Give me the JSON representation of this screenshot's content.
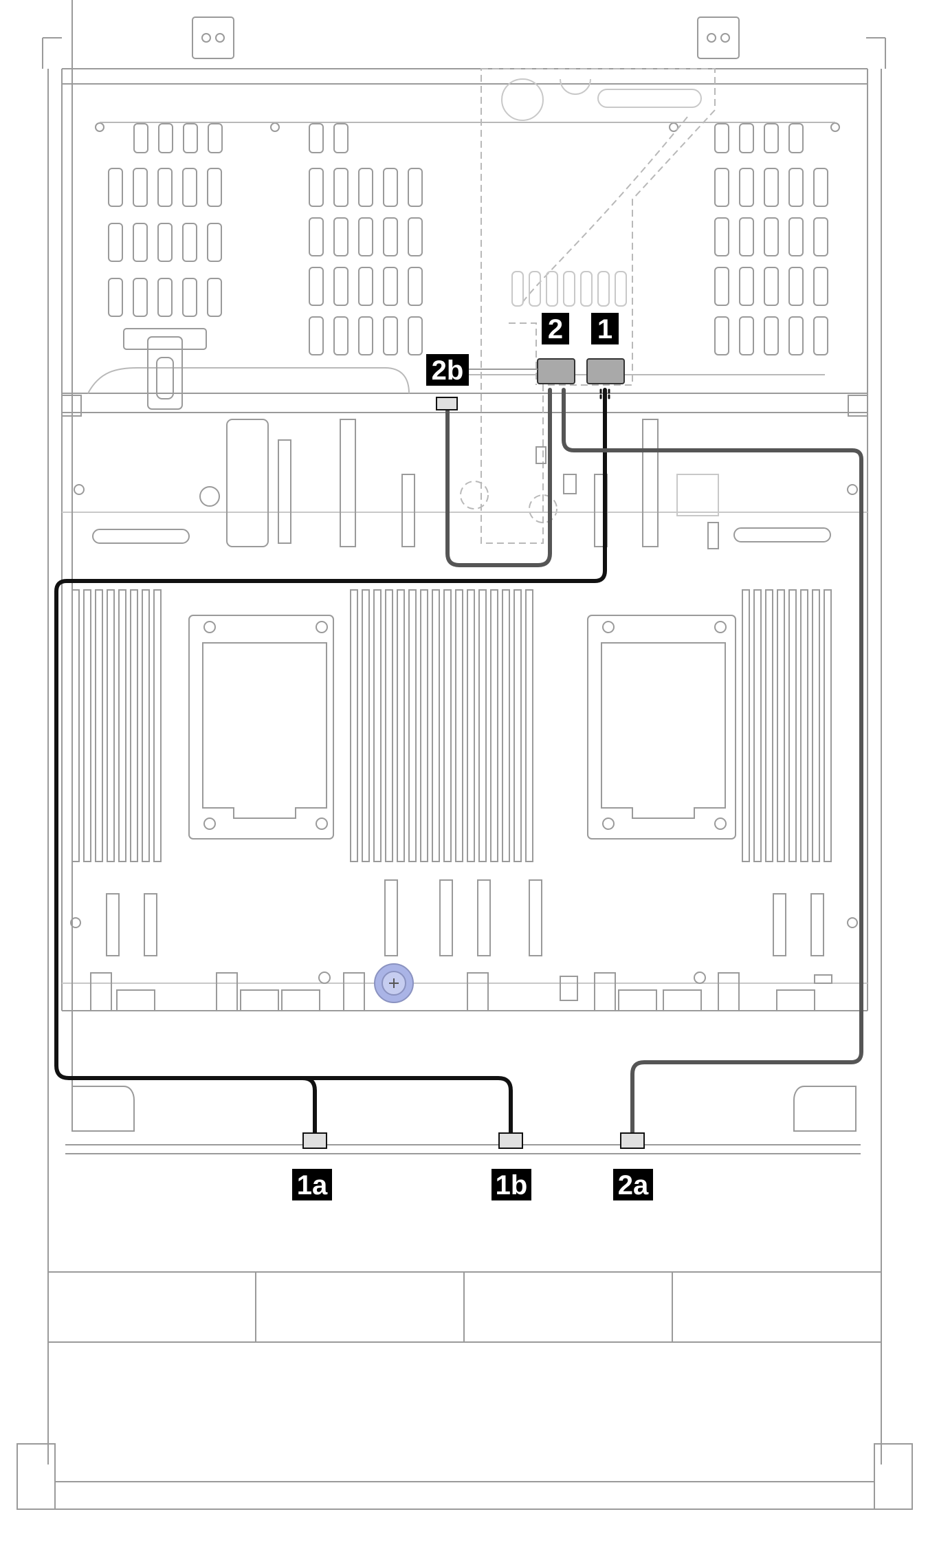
{
  "colors": {
    "outline": "#9a9a9a",
    "outline_light": "#b8b8b8",
    "cable_black": "#111111",
    "cable_gray": "#555555",
    "connector_fill": "#a9a9a9",
    "accent_blue": "#aab4e6",
    "callout_bg": "#000000",
    "callout_text": "#ffffff"
  },
  "callouts": {
    "c1": "1",
    "c2": "2",
    "c1a": "1a",
    "c1b": "1b",
    "c2a": "2a",
    "c2b": "2b"
  },
  "cables": [
    {
      "name": "cable-1",
      "from": "1",
      "to": [
        "1a",
        "1b"
      ],
      "color": "black"
    },
    {
      "name": "cable-2",
      "from": "2",
      "to": [
        "2a",
        "2b"
      ],
      "color": "gray"
    }
  ]
}
